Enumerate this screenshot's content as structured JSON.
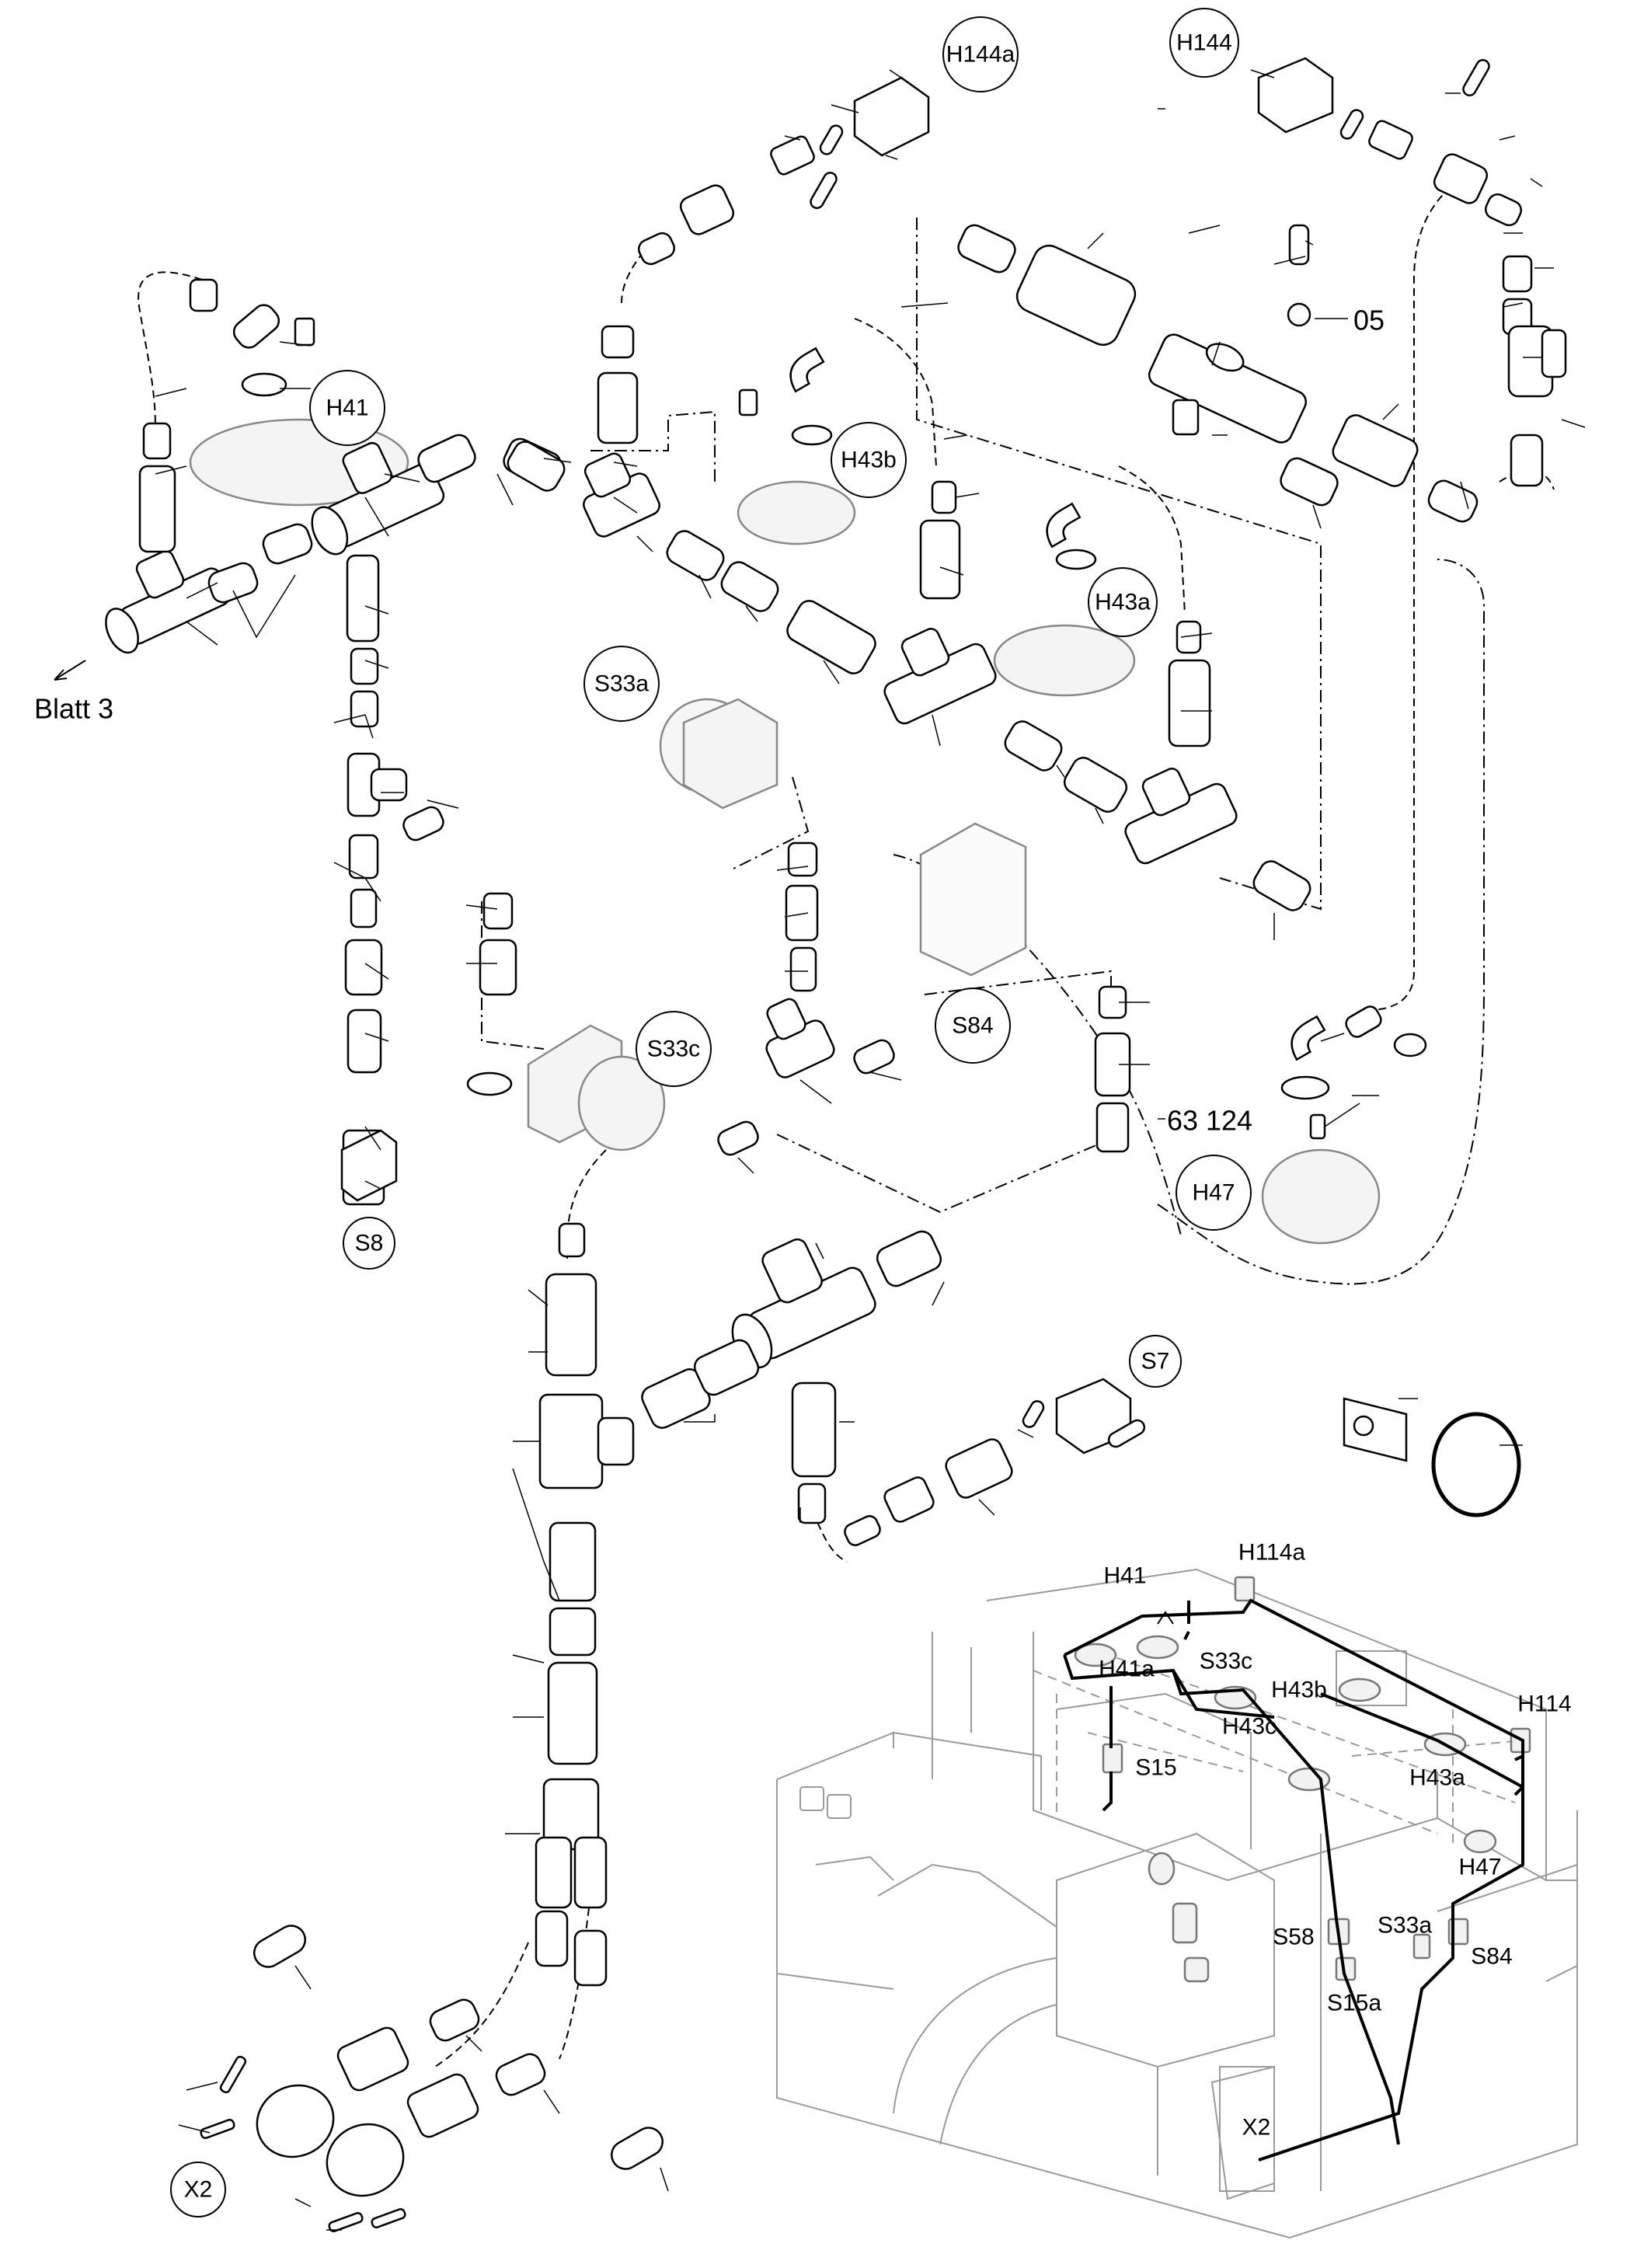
{
  "diagram": {
    "callouts": [
      {
        "id": "H144a",
        "text": "H144a"
      },
      {
        "id": "H144",
        "text": "H144"
      },
      {
        "id": "H41",
        "text": "H41"
      },
      {
        "id": "H43b",
        "text": "H43b"
      },
      {
        "id": "H43a",
        "text": "H43a"
      },
      {
        "id": "S33a",
        "text": "S33a"
      },
      {
        "id": "S33c",
        "text": "S33c"
      },
      {
        "id": "S84",
        "text": "S84"
      },
      {
        "id": "S8",
        "text": "S8"
      },
      {
        "id": "H47",
        "text": "H47"
      },
      {
        "id": "S7",
        "text": "S7"
      },
      {
        "id": "X2",
        "text": "X2"
      }
    ],
    "plain_labels": {
      "blatt": "Blatt 3",
      "num_05": "05",
      "num_63124": "63 124"
    },
    "overview_labels": {
      "H41": "H41",
      "H114a": "H114a",
      "H41a": "H41a",
      "S33c": "S33c",
      "H43b": "H43b",
      "H43c": "H43c",
      "H114": "H114",
      "S15": "S15",
      "H43a": "H43a",
      "H47": "H47",
      "S58": "S58",
      "S33a": "S33a",
      "S84": "S84",
      "S15a": "S15a",
      "X2": "X2"
    }
  }
}
